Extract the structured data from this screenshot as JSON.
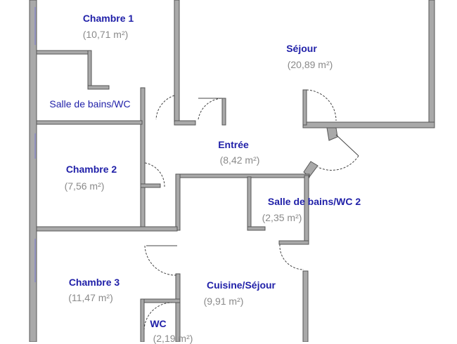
{
  "rooms": {
    "chambre1": {
      "name": "Chambre 1",
      "area": "(10,71 m²)"
    },
    "sejour": {
      "name": "Séjour",
      "area": "(20,89 m²)"
    },
    "sdb1": {
      "name": "Salle de bains/WC"
    },
    "entree": {
      "name": "Entrée",
      "area": "(8,42 m²)"
    },
    "chambre2": {
      "name": "Chambre 2",
      "area": "(7,56 m²)"
    },
    "sdb2": {
      "name": "Salle de bains/WC 2",
      "area": "(2,35 m²)"
    },
    "chambre3": {
      "name": "Chambre 3",
      "area": "(11,47 m²)"
    },
    "cuisine": {
      "name": "Cuisine/Séjour",
      "area": "(9,91 m²)"
    },
    "wc": {
      "name": "WC",
      "area": "(2,19 m²)"
    }
  },
  "colors": {
    "wall_fill": "#a9a9a9",
    "wall_stroke": "#555555",
    "label_name": "#1f1fa8",
    "label_area": "#8a8a8a",
    "window": "#7b7bd6"
  }
}
